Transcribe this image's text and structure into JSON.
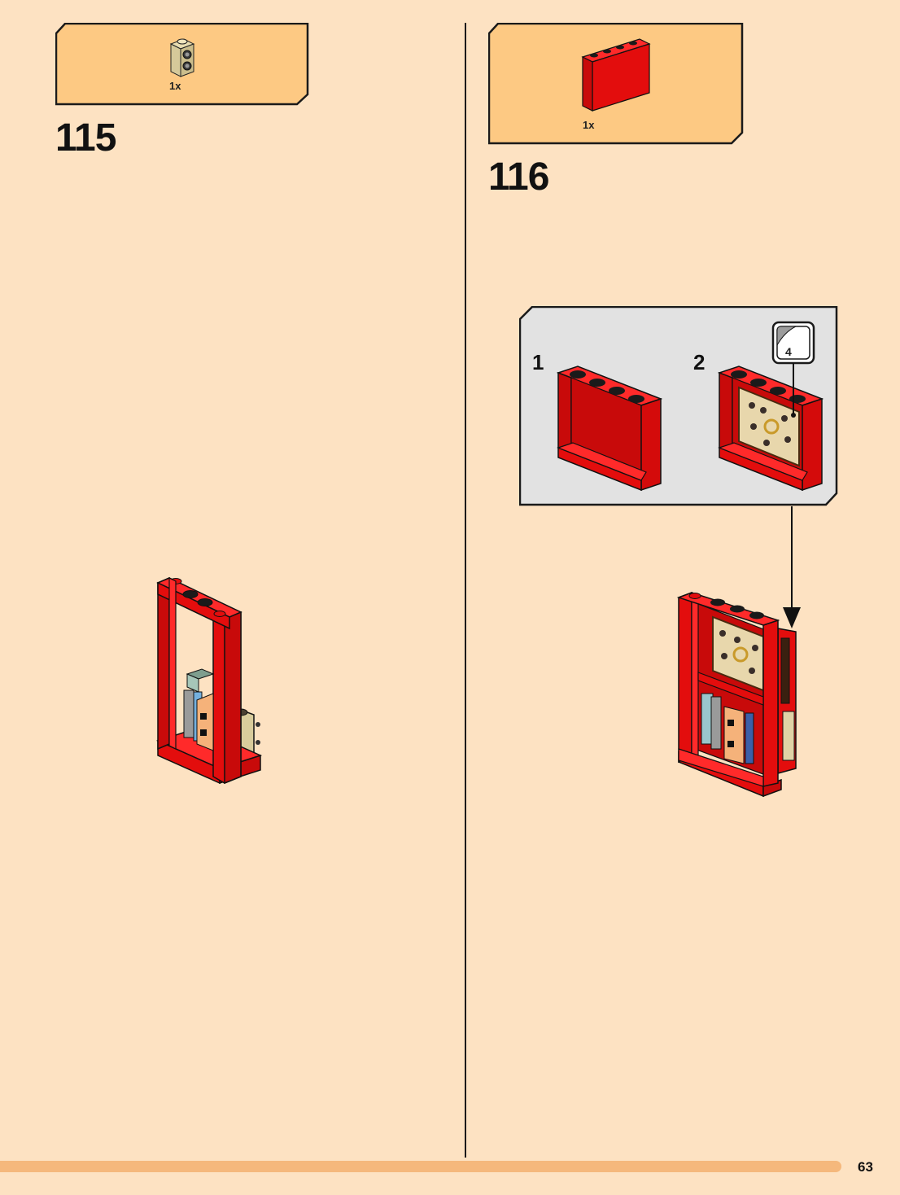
{
  "steps": [
    {
      "number": "115",
      "parts": [
        {
          "qty": "1x",
          "part": "tan-brick-1x1x2-side-studs"
        }
      ]
    },
    {
      "number": "116",
      "parts": [
        {
          "qty": "1x",
          "part": "red-panel-1x4x3"
        }
      ],
      "substeps": [
        {
          "label": "1"
        },
        {
          "label": "2"
        }
      ],
      "sticker": {
        "number": "4"
      }
    }
  ],
  "page": {
    "number": "63",
    "progress": 0.935
  },
  "colors": {
    "background": "#fde2c2",
    "parts_box": "#fdc983",
    "sub_box": "#e2e2e2",
    "brick_red": "#e30d0d",
    "progress": "#f5b87c"
  }
}
